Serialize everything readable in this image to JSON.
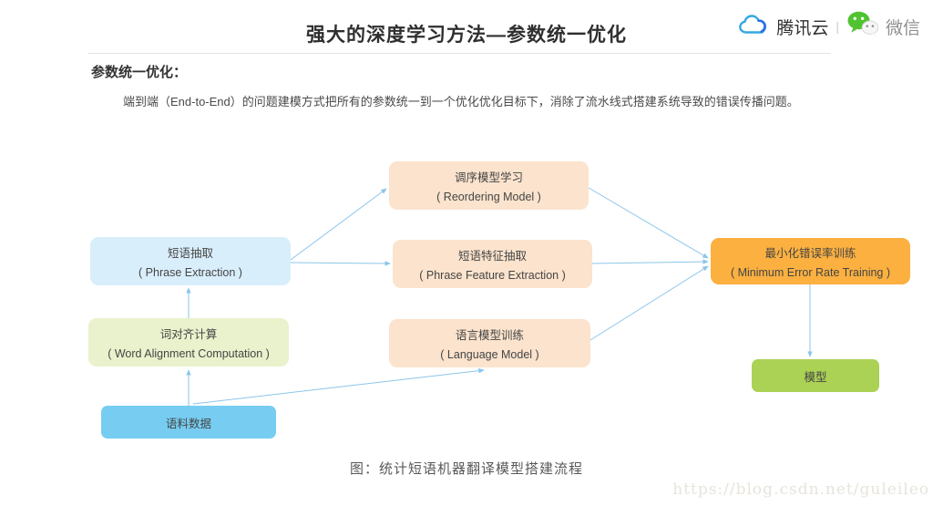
{
  "header": {
    "title": "强大的深度学习方法—参数统一优化",
    "brand": {
      "tencent_cloud_label": "腾讯云",
      "tencent_cloud_icon": "cloud-icon",
      "tencent_blue": "#35a8e1",
      "tencent_blue_dark": "#2f6fe4",
      "separator": "|",
      "wechat_label": "微信",
      "wechat_icon": "wechat-bubble-icon",
      "wechat_green": "#51c332"
    }
  },
  "section": {
    "heading": "参数统一优化：",
    "body": "端到端（End-to-End）的问题建模方式把所有的参数统一到一个优化优化目标下，消除了流水线式搭建系统导致的错误传播问题。"
  },
  "diagram": {
    "arrow_color": "#8cc5ea",
    "nodes": [
      {
        "id": "phrase-extraction",
        "title": "短语抽取",
        "subtitle": "( Phrase Extraction )",
        "color": "#d9eefb"
      },
      {
        "id": "reordering-model",
        "title": "调序模型学习",
        "subtitle": "( Reordering Model )",
        "color": "#fbe3cd"
      },
      {
        "id": "phrase-feature-extraction",
        "title": "短语特征抽取",
        "subtitle": "( Phrase Feature Extraction )",
        "color": "#fbe3cd"
      },
      {
        "id": "language-model",
        "title": "语言模型训练",
        "subtitle": "( Language Model )",
        "color": "#fbe3cd"
      },
      {
        "id": "word-alignment",
        "title": "词对齐计算",
        "subtitle": "( Word Alignment Computation )",
        "color": "#e9f2cc"
      },
      {
        "id": "corpus-data",
        "title": "语料数据",
        "subtitle": "",
        "color": "#76cdf1"
      },
      {
        "id": "min-error-rate-training",
        "title": "最小化错误率训练",
        "subtitle": "( Minimum Error Rate Training )",
        "color": "#fbb040"
      },
      {
        "id": "model",
        "title": "模型",
        "subtitle": "",
        "color": "#abd155"
      }
    ],
    "edges": [
      {
        "from": "corpus-data",
        "to": "word-alignment"
      },
      {
        "from": "corpus-data",
        "to": "language-model"
      },
      {
        "from": "word-alignment",
        "to": "phrase-extraction"
      },
      {
        "from": "phrase-extraction",
        "to": "reordering-model"
      },
      {
        "from": "phrase-extraction",
        "to": "phrase-feature-extraction"
      },
      {
        "from": "reordering-model",
        "to": "min-error-rate-training"
      },
      {
        "from": "phrase-feature-extraction",
        "to": "min-error-rate-training"
      },
      {
        "from": "language-model",
        "to": "min-error-rate-training"
      },
      {
        "from": "min-error-rate-training",
        "to": "model"
      }
    ],
    "caption": "图：统计短语机器翻译模型搭建流程"
  },
  "watermark": "https://blog.csdn.net/guleileo"
}
